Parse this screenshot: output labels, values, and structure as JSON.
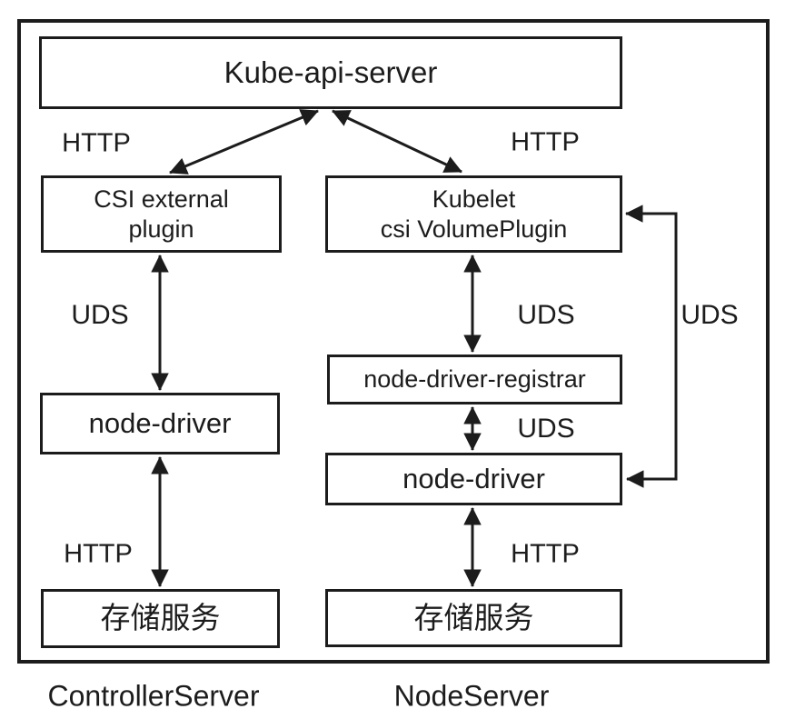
{
  "colors": {
    "line": "#1c1c1c",
    "background": "#ffffff"
  },
  "boxes": {
    "kube_api_server": "Kube-api-server",
    "csi_external_plugin": [
      "CSI external",
      "plugin"
    ],
    "kubelet": [
      "Kubelet",
      "csi VolumePlugin"
    ],
    "node_driver_registrar": "node-driver-registrar",
    "node_driver_controller": "node-driver",
    "node_driver_node": "node-driver",
    "storage_service_controller": "存储服务",
    "storage_service_node": "存储服务"
  },
  "edge_labels": {
    "http_top_left": "HTTP",
    "http_top_right": "HTTP",
    "uds_controller": "UDS",
    "uds_kubelet_registrar": "UDS",
    "uds_kubelet_node_driver": "UDS",
    "uds_registrar_node_driver": "UDS",
    "http_bottom_left": "HTTP",
    "http_bottom_right": "HTTP"
  },
  "group_labels": {
    "controller_server": "ControllerServer",
    "node_server": "NodeServer"
  }
}
